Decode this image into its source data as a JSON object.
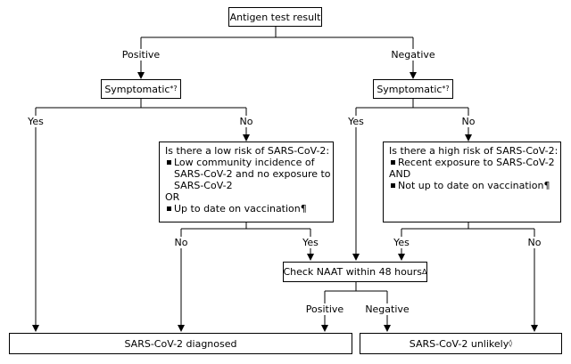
{
  "nodes": {
    "start": "Antigen test result",
    "positive_branch": "Positive",
    "negative_branch": "Negative",
    "symptomatic_pos": {
      "text": "Symptomatic",
      "mark": "*?"
    },
    "symptomatic_neg": {
      "text": "Symptomatic",
      "mark": "*?"
    },
    "pos_yes": "Yes",
    "pos_no": "No",
    "neg_yes": "Yes",
    "neg_no": "No",
    "low_risk": {
      "title": "Is there a low risk of SARS-CoV-2:",
      "item1_line1": "Low community incidence of",
      "item1_line2": "SARS-CoV-2 and no exposure to",
      "item1_line3": "SARS-CoV-2",
      "connector": "OR",
      "item2_text": "Up to date on vaccination",
      "item2_mark": "¶"
    },
    "high_risk": {
      "title": "Is there a high risk of SARS-CoV-2:",
      "item1": "Recent exposure to SARS-CoV-2",
      "connector": "AND",
      "item2_text": "Not up to date on vaccination",
      "item2_mark": "¶"
    },
    "low_no": "No",
    "low_yes": "Yes",
    "high_yes": "Yes",
    "high_no": "No",
    "naat": {
      "text": "Check NAAT within 48 hours",
      "mark": "Δ"
    },
    "naat_positive": "Positive",
    "naat_negative": "Negative",
    "diagnosed": "SARS-CoV-2 diagnosed",
    "unlikely": {
      "text": "SARS-CoV-2 unlikely",
      "mark": "◊"
    }
  }
}
